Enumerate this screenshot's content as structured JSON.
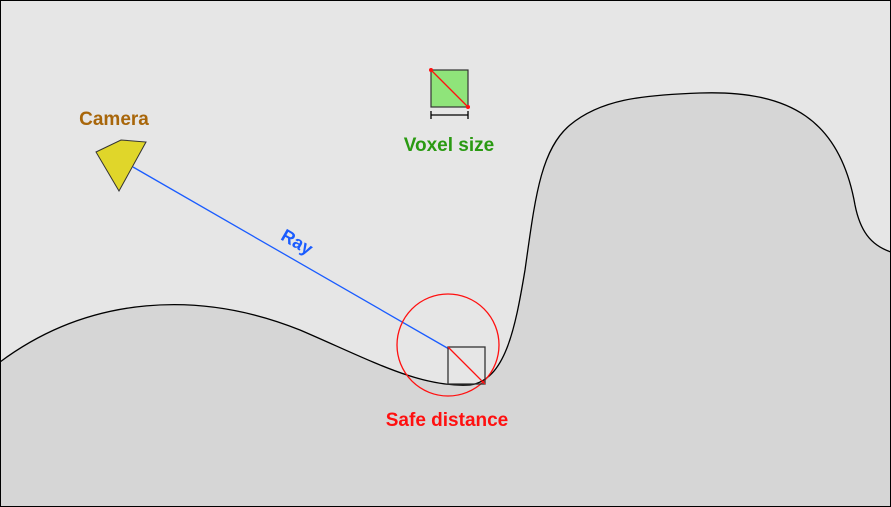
{
  "labels": {
    "camera": "Camera",
    "voxel_size": "Voxel size",
    "ray": "Ray",
    "safe_distance": "Safe distance"
  },
  "colors": {
    "sky": "#e6e6e6",
    "ground": "#d6d6d6",
    "terrain_line": "#000000",
    "camera_fill": "#e0d62a",
    "camera_label": "#a8660a",
    "voxel_fill": "#8fe47a",
    "voxel_label": "#2a9a12",
    "ray": "#1a5cff",
    "safe_distance": "#ff1010"
  }
}
